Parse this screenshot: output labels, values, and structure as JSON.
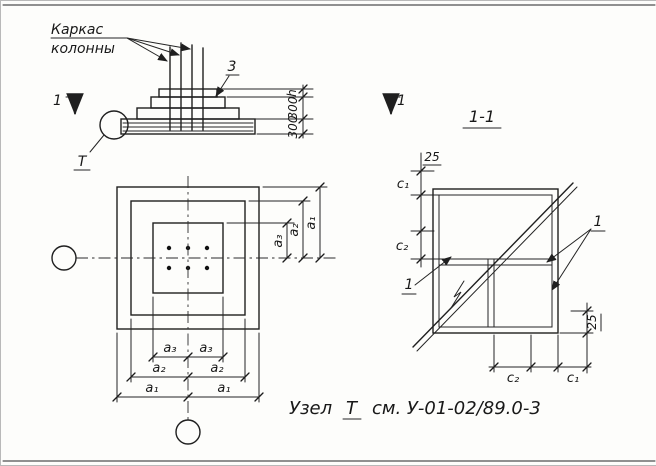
{
  "colors": {
    "ink": "#1f1f1f",
    "paper": "#fdfdfb"
  },
  "notes": {
    "frame_line1": "Каркас",
    "frame_line2": "колонны"
  },
  "elevation": {
    "step_label": "3",
    "dim_h": "h",
    "dim_300_upper": "300",
    "dim_300_lower": "300",
    "section_mark_left": "1",
    "section_mark_right": "1",
    "detail_mark": "Т"
  },
  "plan": {
    "dims_right": [
      "а₃",
      "а₂",
      "а₁"
    ],
    "dims_bottom_row1": [
      "а₃",
      "а₃"
    ],
    "dims_bottom_row2": [
      "а₂",
      "а₂"
    ],
    "dims_bottom_row3": [
      "а₁",
      "а₁"
    ]
  },
  "section": {
    "title": "1-1",
    "dim_25_top": "25",
    "dim_c1_left": "с₁",
    "dim_c2_left": "с₂",
    "dim_25_right": "25",
    "dim_c2_bottom": "с₂",
    "dim_c1_bottom": "с₁",
    "leader_left": "1",
    "leader_right": "1"
  },
  "footnote": {
    "part1": "Узел",
    "part2": "Т",
    "part3": "см. У-01-02/89.0-3"
  }
}
